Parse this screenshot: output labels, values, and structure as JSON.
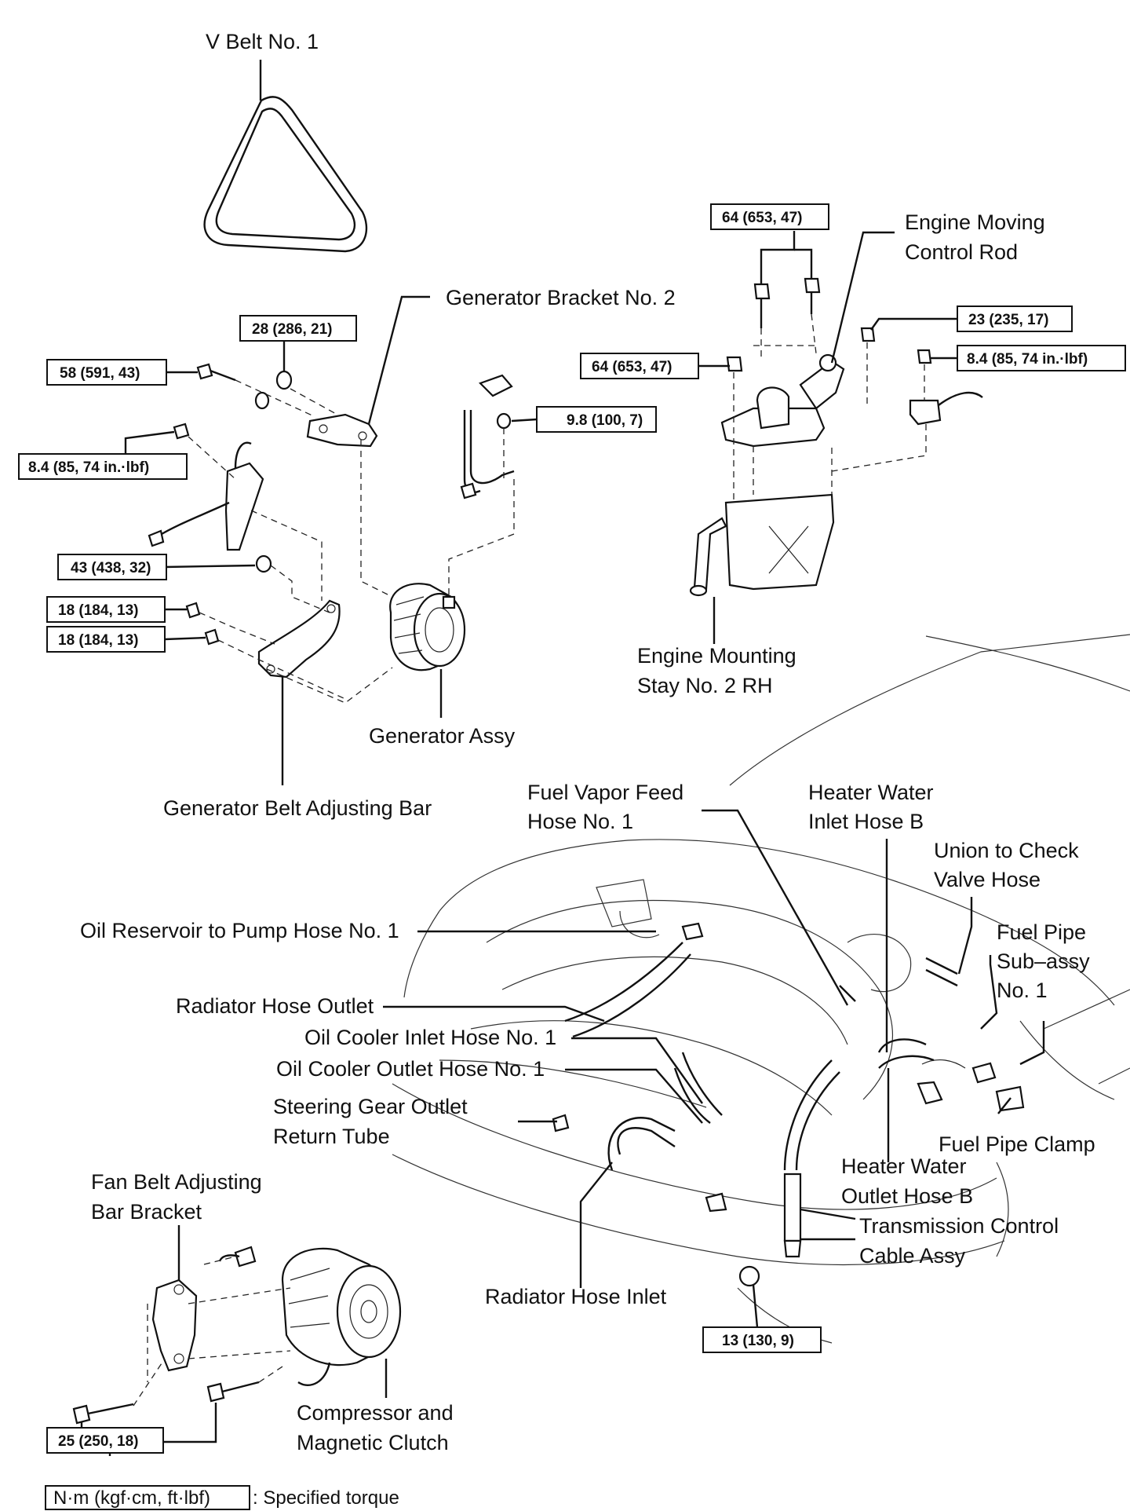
{
  "labels": {
    "v_belt": "V Belt No. 1",
    "generator_bracket": "Generator Bracket No. 2",
    "generator_assy": "Generator Assy",
    "generator_adjusting_bar": "Generator Belt Adjusting Bar",
    "engine_moving_rod_1": "Engine Moving",
    "engine_moving_rod_2": "Control Rod",
    "engine_mounting_stay_1": "Engine Mounting",
    "engine_mounting_stay_2": "Stay No. 2 RH",
    "fuel_vapor_1": "Fuel Vapor Feed",
    "fuel_vapor_2": "Hose No. 1",
    "heater_inlet_1": "Heater Water",
    "heater_inlet_2": "Inlet Hose B",
    "union_check_1": "Union to Check",
    "union_check_2": "Valve Hose",
    "fuel_pipe_1": "Fuel Pipe",
    "fuel_pipe_2": "Sub–assy",
    "fuel_pipe_3": "No. 1",
    "oil_reservoir": "Oil Reservoir to Pump Hose No. 1",
    "radiator_outlet": "Radiator Hose Outlet",
    "oil_cooler_inlet": "Oil Cooler Inlet Hose No. 1",
    "oil_cooler_outlet": "Oil Cooler Outlet Hose No. 1",
    "steering_return_1": "Steering Gear Outlet",
    "steering_return_2": "Return Tube",
    "fuel_pipe_clamp": "Fuel Pipe Clamp",
    "heater_outlet_1": "Heater Water",
    "heater_outlet_2": "Outlet Hose B",
    "transmission_cable_1": "Transmission Control",
    "transmission_cable_2": "Cable Assy",
    "fan_belt_bracket_1": "Fan Belt Adjusting",
    "fan_belt_bracket_2": "Bar Bracket",
    "radiator_inlet": "Radiator Hose Inlet",
    "compressor_1": "Compressor and",
    "compressor_2": "Magnetic Clutch"
  },
  "torques": {
    "t_28": "28 (286, 21)",
    "t_58": "58 (591, 43)",
    "t_84_left": "8.4 (85, 74 in.·lbf)",
    "t_98": "9.8 (100, 7)",
    "t_43": "43 (438, 32)",
    "t_18_a": "18 (184, 13)",
    "t_18_b": "18 (184, 13)",
    "t_64_top": "64 (653, 47)",
    "t_64_left": "64 (653, 47)",
    "t_23": "23 (235, 17)",
    "t_84_right": "8.4 (85, 74 in.·lbf)",
    "t_13": "13 (130, 9)",
    "t_25": "25 (250, 18)"
  },
  "legend": {
    "unit_box": "N·m (kgf·cm, ft·lbf)",
    "description": ": Specified torque"
  }
}
